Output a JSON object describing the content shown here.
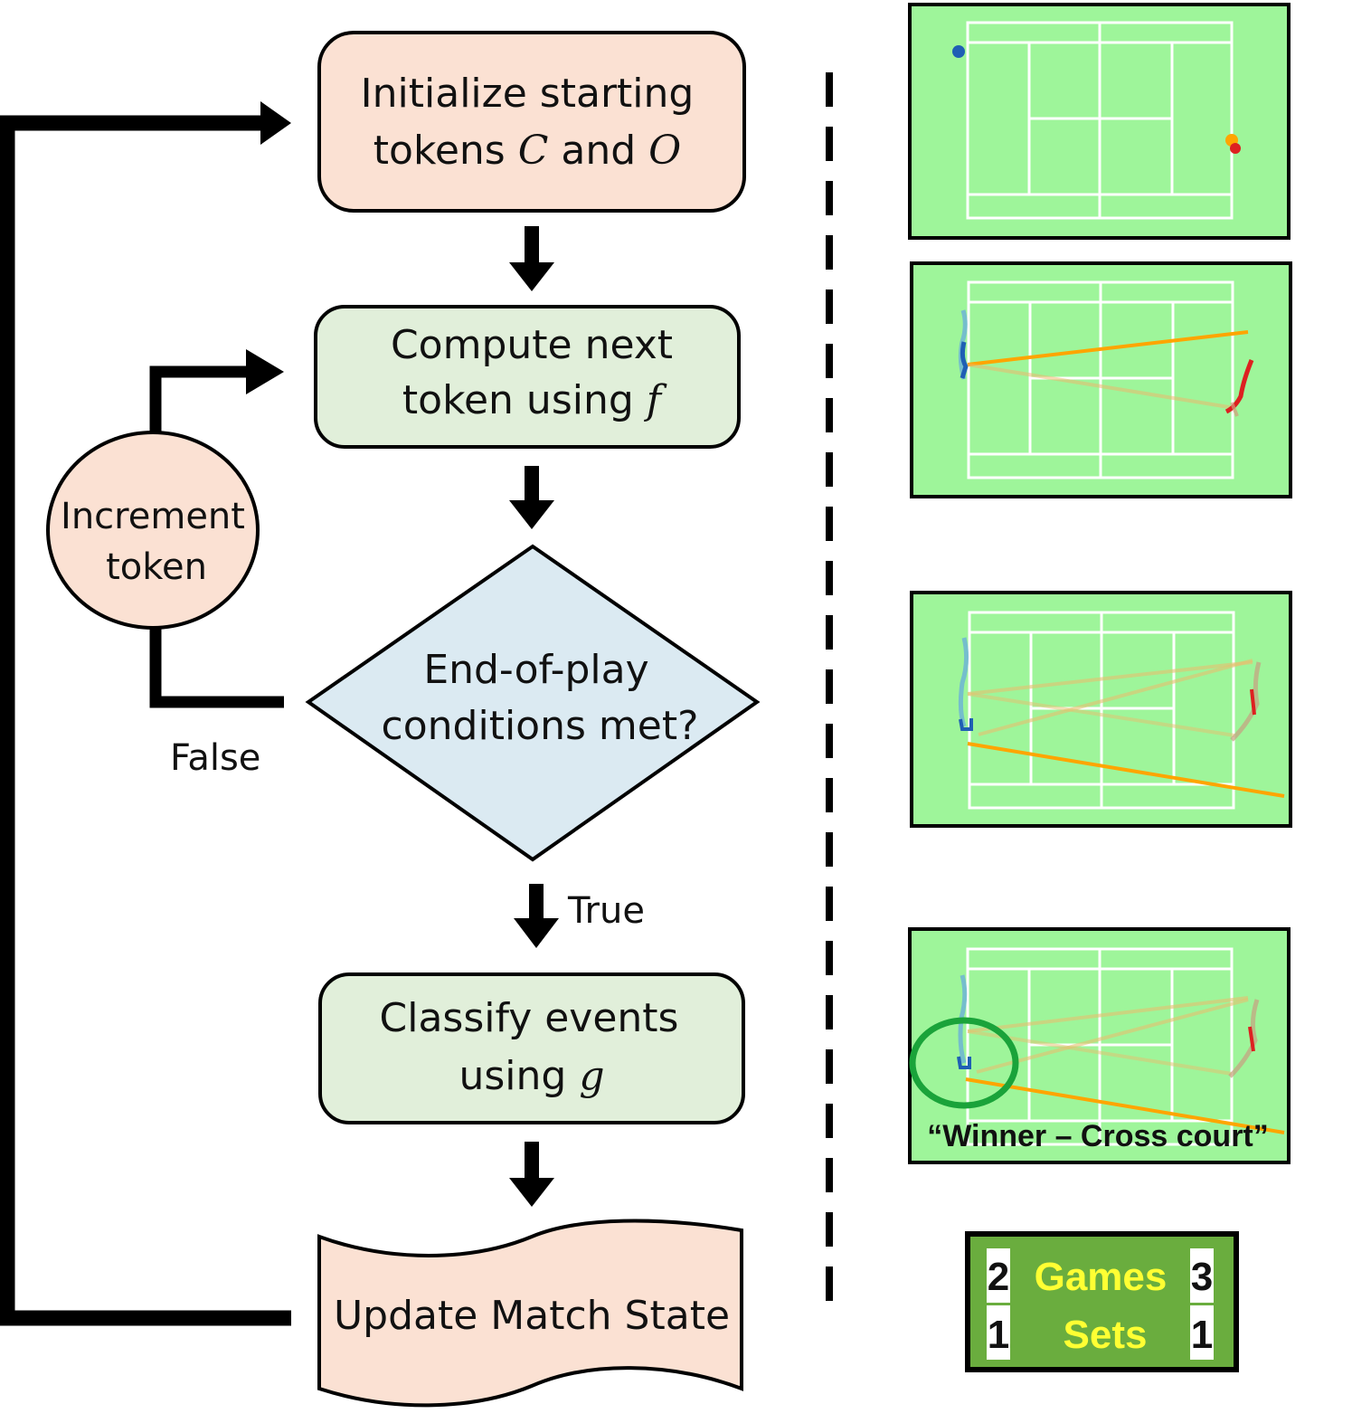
{
  "flow": {
    "init": {
      "line1": "Initialize starting",
      "line2_a": "tokens ",
      "var_c": "C",
      "line2_b": " and ",
      "var_o": "O"
    },
    "compute": {
      "line1": "Compute next",
      "line2_a": "token using ",
      "var_f": "f"
    },
    "decision": {
      "line1": "End-of-play",
      "line2": "conditions met?"
    },
    "classify": {
      "line1": "Classify events",
      "line2_a": "using ",
      "var_g": "g"
    },
    "update": {
      "label": "Update Match State"
    },
    "increment": {
      "line1": "Increment",
      "line2": "token"
    },
    "false_label": "False",
    "true_label": "True"
  },
  "panels": {
    "caption": "“Winner – Cross court”"
  },
  "scoreboard": {
    "rows": [
      {
        "left": "2",
        "label": "Games",
        "right": "3"
      },
      {
        "left": "1",
        "label": "Sets",
        "right": "1"
      }
    ]
  },
  "colors": {
    "init_fill": "#fbe1d3",
    "compute_fill": "#e1efda",
    "decision_fill": "#dbeaf2",
    "court_green": "#9ef59a",
    "ball_orange": "#ffa500",
    "player_blue": "#1f5fb4",
    "player_red": "#dd2020",
    "score_board": "#6aad3e",
    "score_yellow": "#ffff33"
  }
}
